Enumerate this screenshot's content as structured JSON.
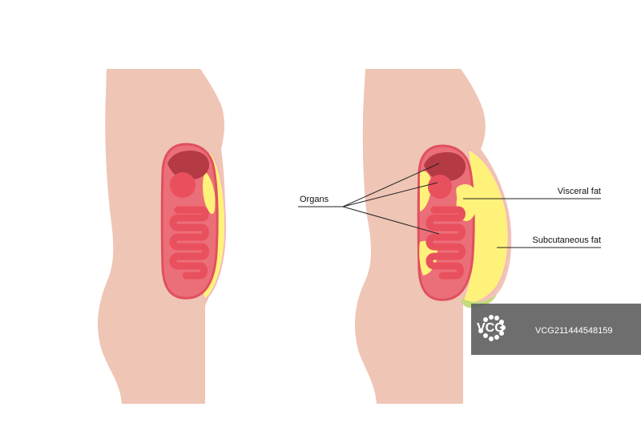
{
  "labels": {
    "organs": "Organs",
    "visceral_fat": "Visceral fat",
    "subcutaneous_fat": "Subcutaneous fat"
  },
  "watermark": {
    "brand": "VCG",
    "id": "VCG211444548159"
  },
  "colors": {
    "skin": "#EFC5B5",
    "skin_outline": "#E7A9B5",
    "organ_cavity": "#EB6F78",
    "organ_cavity_outline": "#E0505E",
    "intestine": "#E9505E",
    "liver": "#B43A43",
    "fat": "#FFF27A",
    "fat_outline": "#F4B9C2",
    "fat_bottom": "#C4DC7A",
    "leader_line": "#222222",
    "watermark_bg": "#5E5E5E"
  }
}
